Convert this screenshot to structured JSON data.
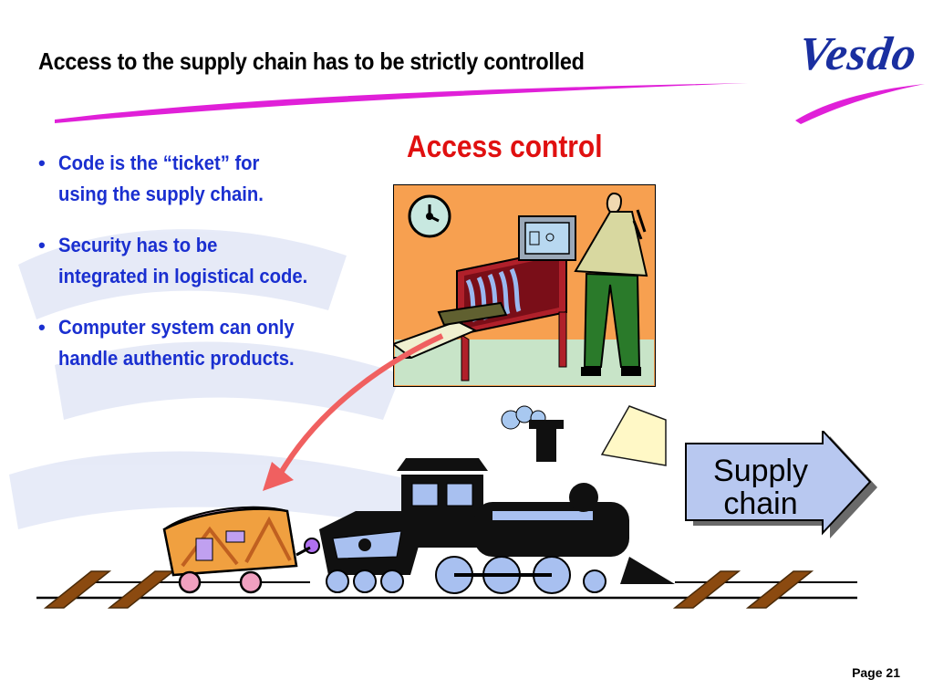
{
  "slide": {
    "title": "Access to the supply chain has to be strictly controlled",
    "logo_text": "Vesdo",
    "bullets": [
      {
        "lines": [
          "Code is the “ticket” for",
          "using the supply chain."
        ]
      },
      {
        "lines": [
          "Security has to be",
          "integrated in logistical code."
        ]
      },
      {
        "lines": [
          "Computer system can only",
          "handle authentic products."
        ]
      }
    ],
    "access_control_label": "Access control",
    "supply_chain_label": [
      "Supply",
      "chain"
    ],
    "page_number": "Page 21"
  },
  "colors": {
    "title": "#000000",
    "bullet_text": "#1a2fd0",
    "access_control": "#e01010",
    "logo": "#1a2fa0",
    "swoosh": "#e020d8",
    "arrow_box": "#b8c8f0",
    "curve_arrow": "#f06060"
  },
  "icons": {
    "bullet": "•",
    "clock": "clock-icon",
    "scanner": "xray-scanner-icon",
    "guard": "security-guard-icon",
    "briefcase": "briefcase-icon",
    "locomotive": "steam-locomotive-icon",
    "wagon": "freight-wagon-icon"
  }
}
